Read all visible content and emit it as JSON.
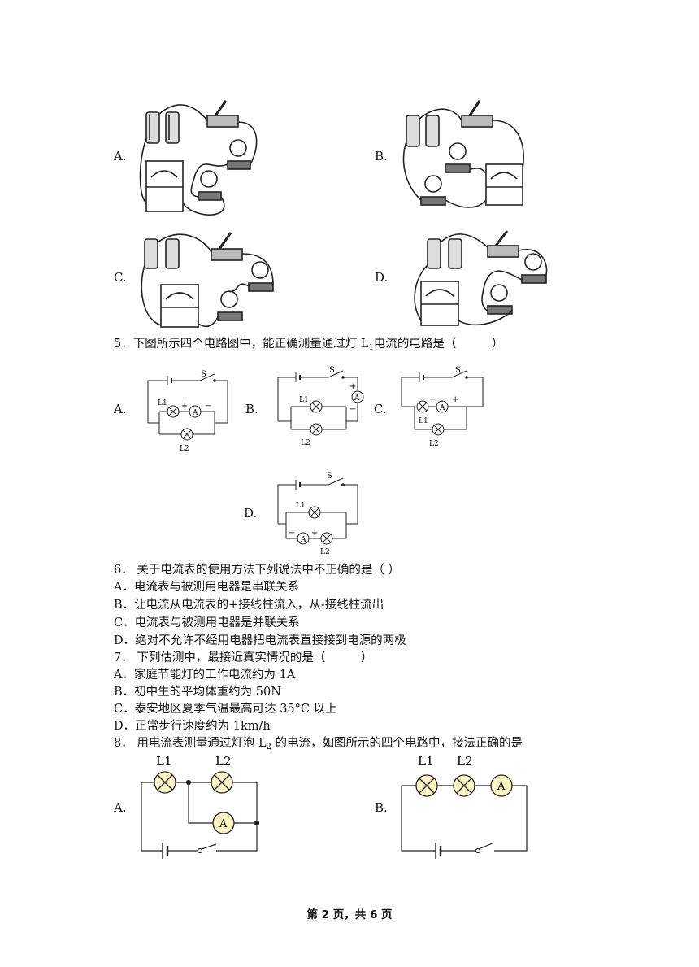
{
  "q4": {
    "options": [
      "A.",
      "B.",
      "C.",
      "D."
    ]
  },
  "q5": {
    "num": "5．",
    "stem_pre": "下图所示四个电路图中，能正确测量通过灯 L",
    "stem_sub": "1",
    "stem_post": "电流的电路是（　　　）",
    "options": [
      "A.",
      "B.",
      "C.",
      "D."
    ],
    "labels": {
      "switch": "S",
      "lamp1": "L1",
      "lamp2": "L2",
      "ammeter": "A",
      "plus": "+",
      "minus": "−"
    }
  },
  "q6": {
    "stem": "6．  关于电流表的使用方法下列说法中不正确的是（    ）",
    "options": [
      "A．电流表与被测用电器是串联关系",
      "B．让电流从电流表的+接线柱流入，从-接线柱流出",
      "C．电流表与被测用电器是并联关系",
      "D．绝对不允许不经用电器把电流表直接接到电源的两极"
    ]
  },
  "q7": {
    "stem": "7．  下列估测中，最接近真实情况的是（　　　）",
    "options": [
      "A．家庭节能灯的工作电流约为 1A",
      "B．初中生的平均体重约为 50N",
      "C．泰安地区夏季气温最高可达 35°C 以上",
      "D．正常步行速度约为 1km/h"
    ]
  },
  "q8": {
    "stem_pre": "8．  用电流表测量通过灯泡 L",
    "stem_sub": "2",
    "stem_post": " 的电流，如图所示的四个电路中，接法正确的是",
    "options": [
      "A.",
      "B."
    ],
    "labels": {
      "lamp1": "L1",
      "lamp2": "L2",
      "ammeter": "A"
    }
  },
  "footer": "第 2 页，共 6 页"
}
